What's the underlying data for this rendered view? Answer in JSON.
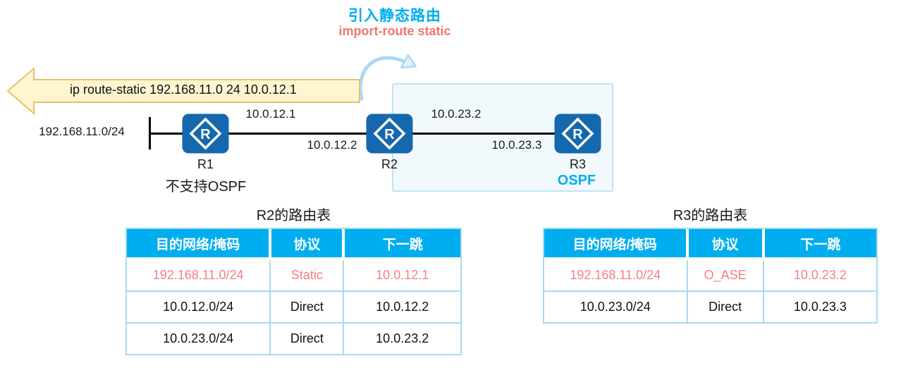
{
  "annotation": {
    "title": "引入静态路由",
    "subtitle": "import-route static"
  },
  "command_arrow": {
    "text": "ip route-static 192.168.11.0 24 10.0.12.1"
  },
  "topology": {
    "lan_label": "192.168.11.0/24",
    "router_icon_letter": "R",
    "routers": [
      {
        "id": "R1",
        "note": "不支持OSPF"
      },
      {
        "id": "R2"
      },
      {
        "id": "R3"
      }
    ],
    "links": [
      {
        "from": "R1",
        "to": "R2",
        "near_label": "10.0.12.1",
        "far_label": "10.0.12.2"
      },
      {
        "from": "R2",
        "to": "R3",
        "near_label": "10.0.23.2",
        "far_label": "10.0.23.3"
      }
    ],
    "ospf_area_label": "OSPF"
  },
  "tables": [
    {
      "title": "R2的路由表",
      "headers": [
        "目的网络/掩码",
        "协议",
        "下一跳"
      ],
      "rows": [
        {
          "cells": [
            "192.168.11.0/24",
            "Static",
            "10.0.12.1"
          ],
          "highlight": true
        },
        {
          "cells": [
            "10.0.12.0/24",
            "Direct",
            "10.0.12.2"
          ],
          "highlight": false
        },
        {
          "cells": [
            "10.0.23.0/24",
            "Direct",
            "10.0.23.2"
          ],
          "highlight": false
        }
      ]
    },
    {
      "title": "R3的路由表",
      "headers": [
        "目的网络/掩码",
        "协议",
        "下一跳"
      ],
      "rows": [
        {
          "cells": [
            "192.168.11.0/24",
            "O_ASE",
            "10.0.23.2"
          ],
          "highlight": true
        },
        {
          "cells": [
            "10.0.23.0/24",
            "Direct",
            "10.0.23.3"
          ],
          "highlight": false
        }
      ]
    }
  ],
  "colors": {
    "accent_cyan": "#00AEEF",
    "accent_salmon": "#F0756F",
    "highlight_row_text": "#F57F7F",
    "router_blue": "#1568AD",
    "command_arrow_fill": "#FDF6D0",
    "command_arrow_border": "#EAC06A",
    "ospf_box_fill": "#F2F9FD",
    "ospf_box_border": "#BEE3F4",
    "table_border": "#A5DBF2"
  }
}
